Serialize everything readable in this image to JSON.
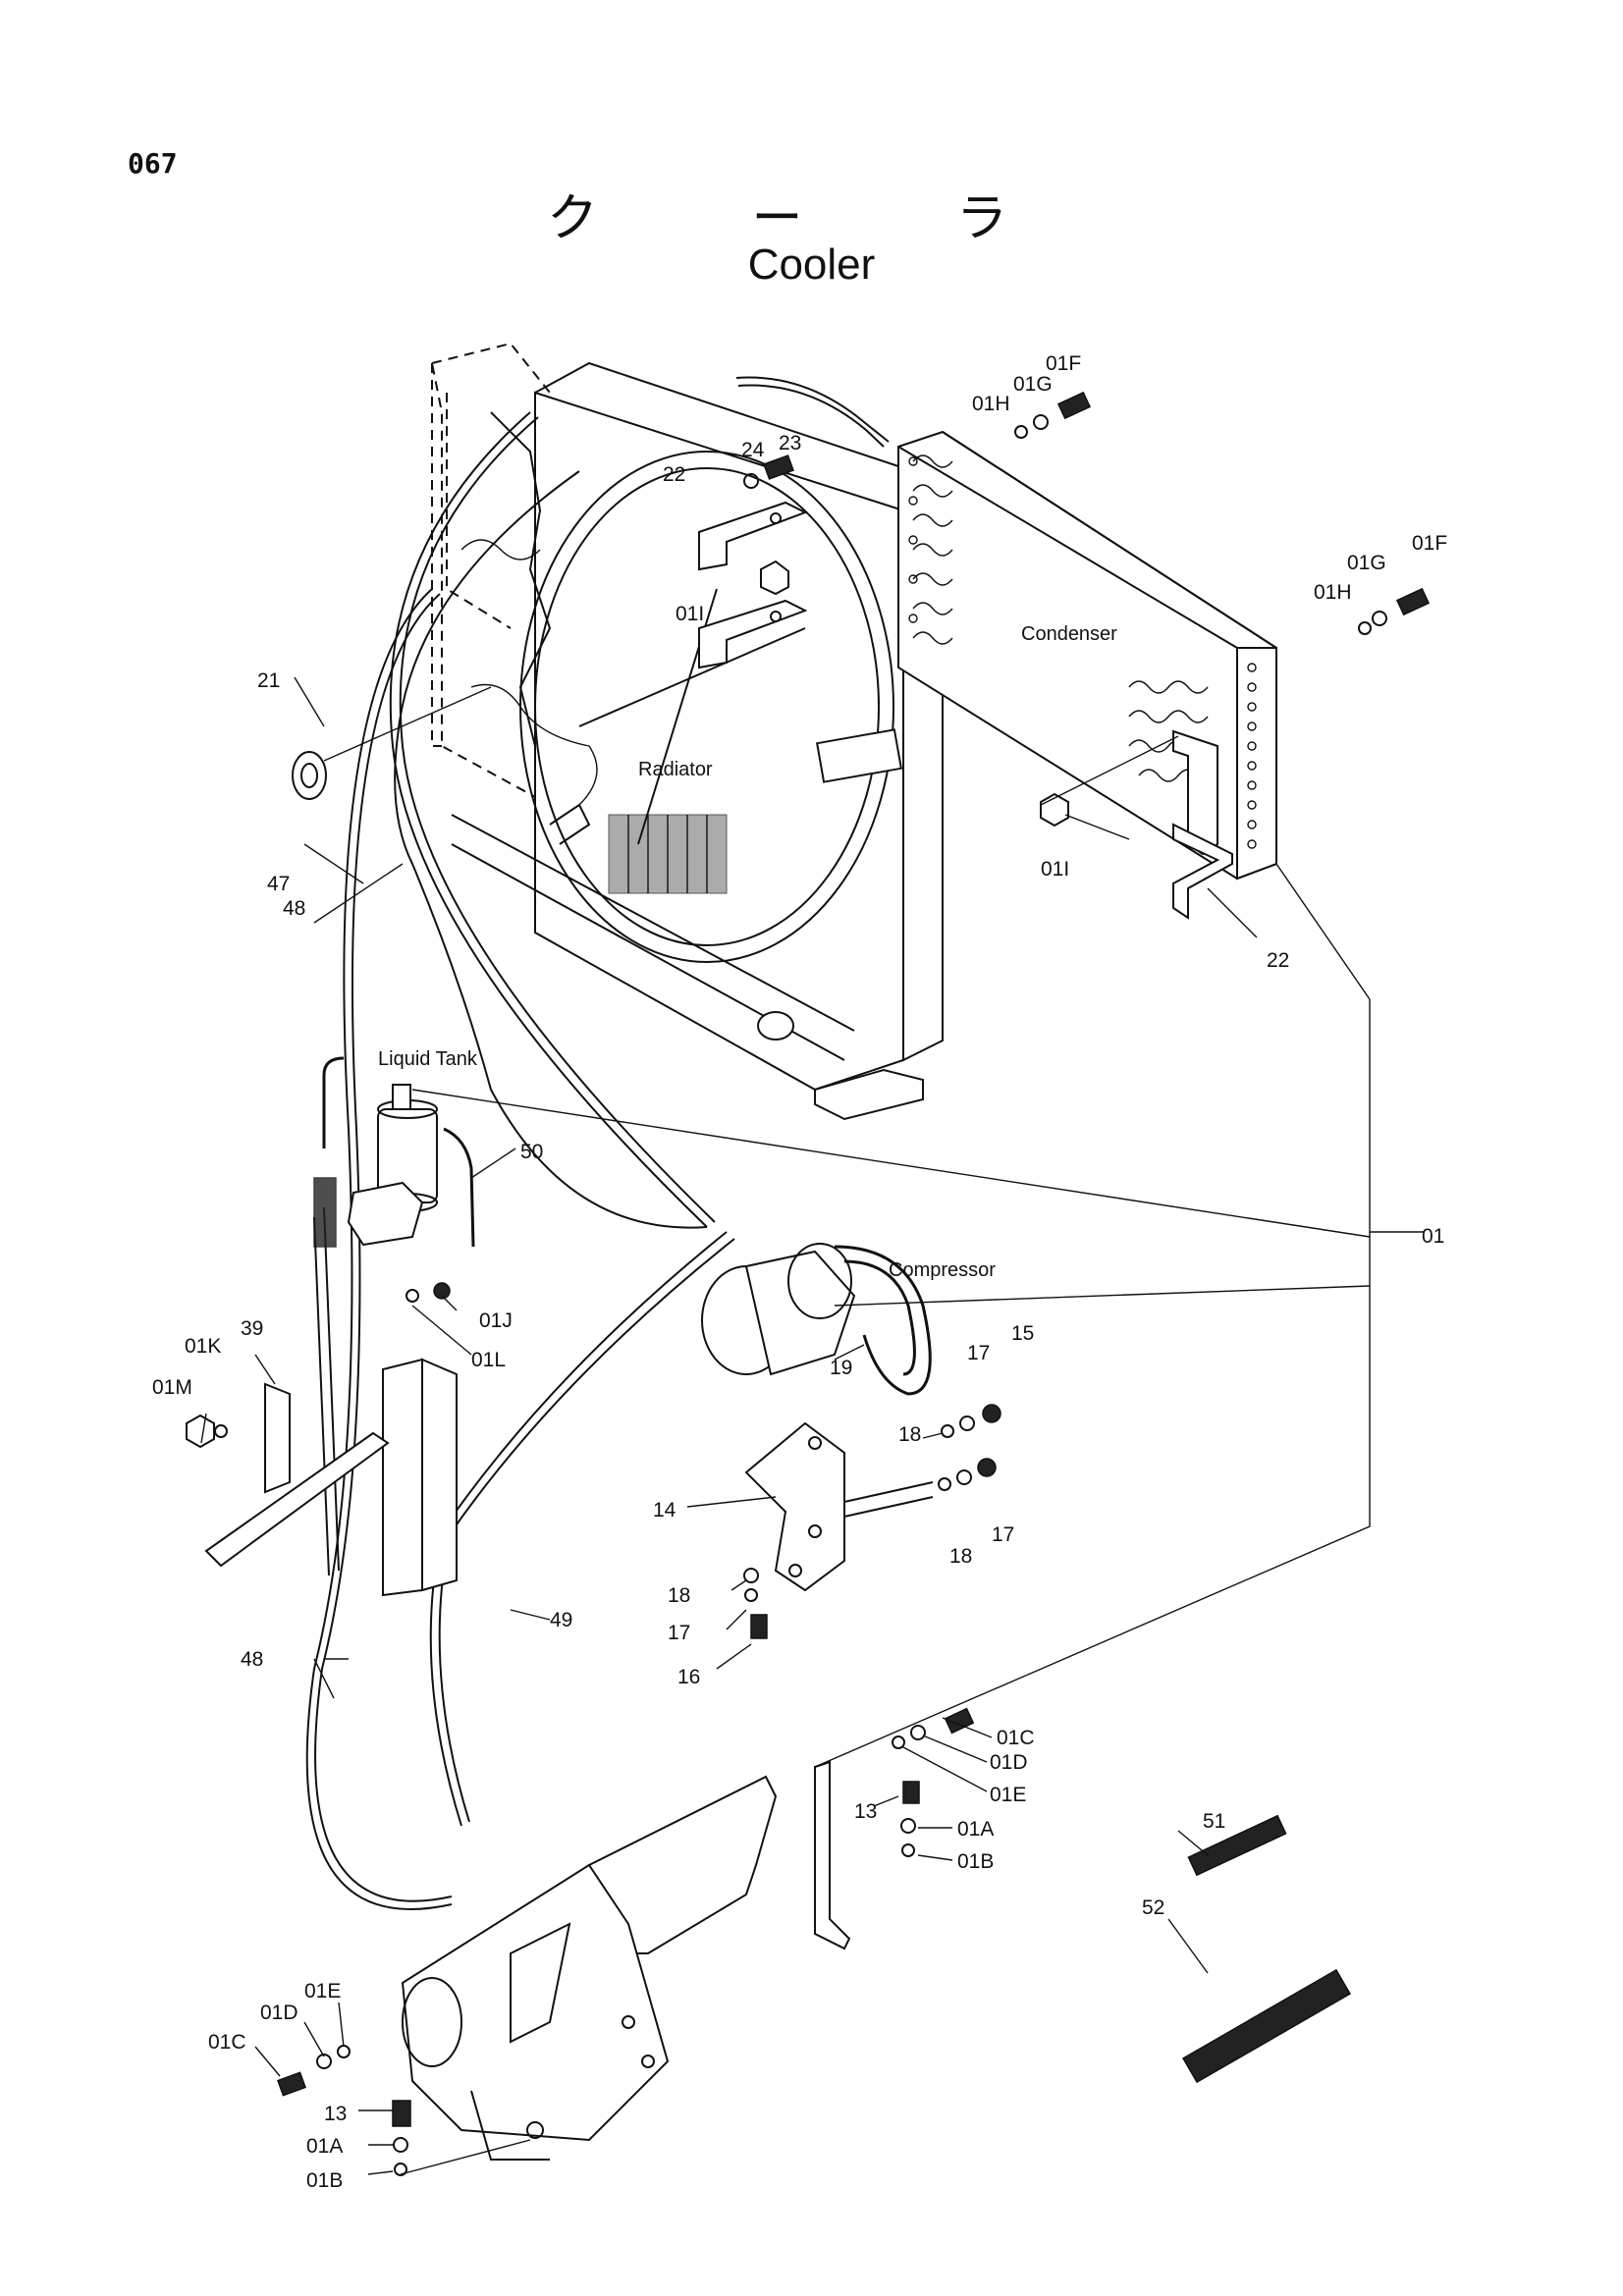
{
  "page_number": "067",
  "title_jp": "ク ー ラ",
  "title_en": "Cooler",
  "component_labels": {
    "condenser": "Condenser",
    "radiator": "Radiator",
    "liquid_tank": "Liquid Tank",
    "compressor": "Compressor"
  },
  "callouts": {
    "p01": "01",
    "p01A": "01A",
    "p01B": "01B",
    "p01C": "01C",
    "p01D": "01D",
    "p01E": "01E",
    "p01F": "01F",
    "p01G": "01G",
    "p01H": "01H",
    "p01I": "01I",
    "p01J": "01J",
    "p01K": "01K",
    "p01L": "01L",
    "p01M": "01M",
    "p13": "13",
    "p14": "14",
    "p15": "15",
    "p16": "16",
    "p17": "17",
    "p18": "18",
    "p19": "19",
    "p21": "21",
    "p22": "22",
    "p23": "23",
    "p24": "24",
    "p39": "39",
    "p47": "47",
    "p48": "48",
    "p49": "49",
    "p50": "50",
    "p51": "51",
    "p52": "52"
  }
}
